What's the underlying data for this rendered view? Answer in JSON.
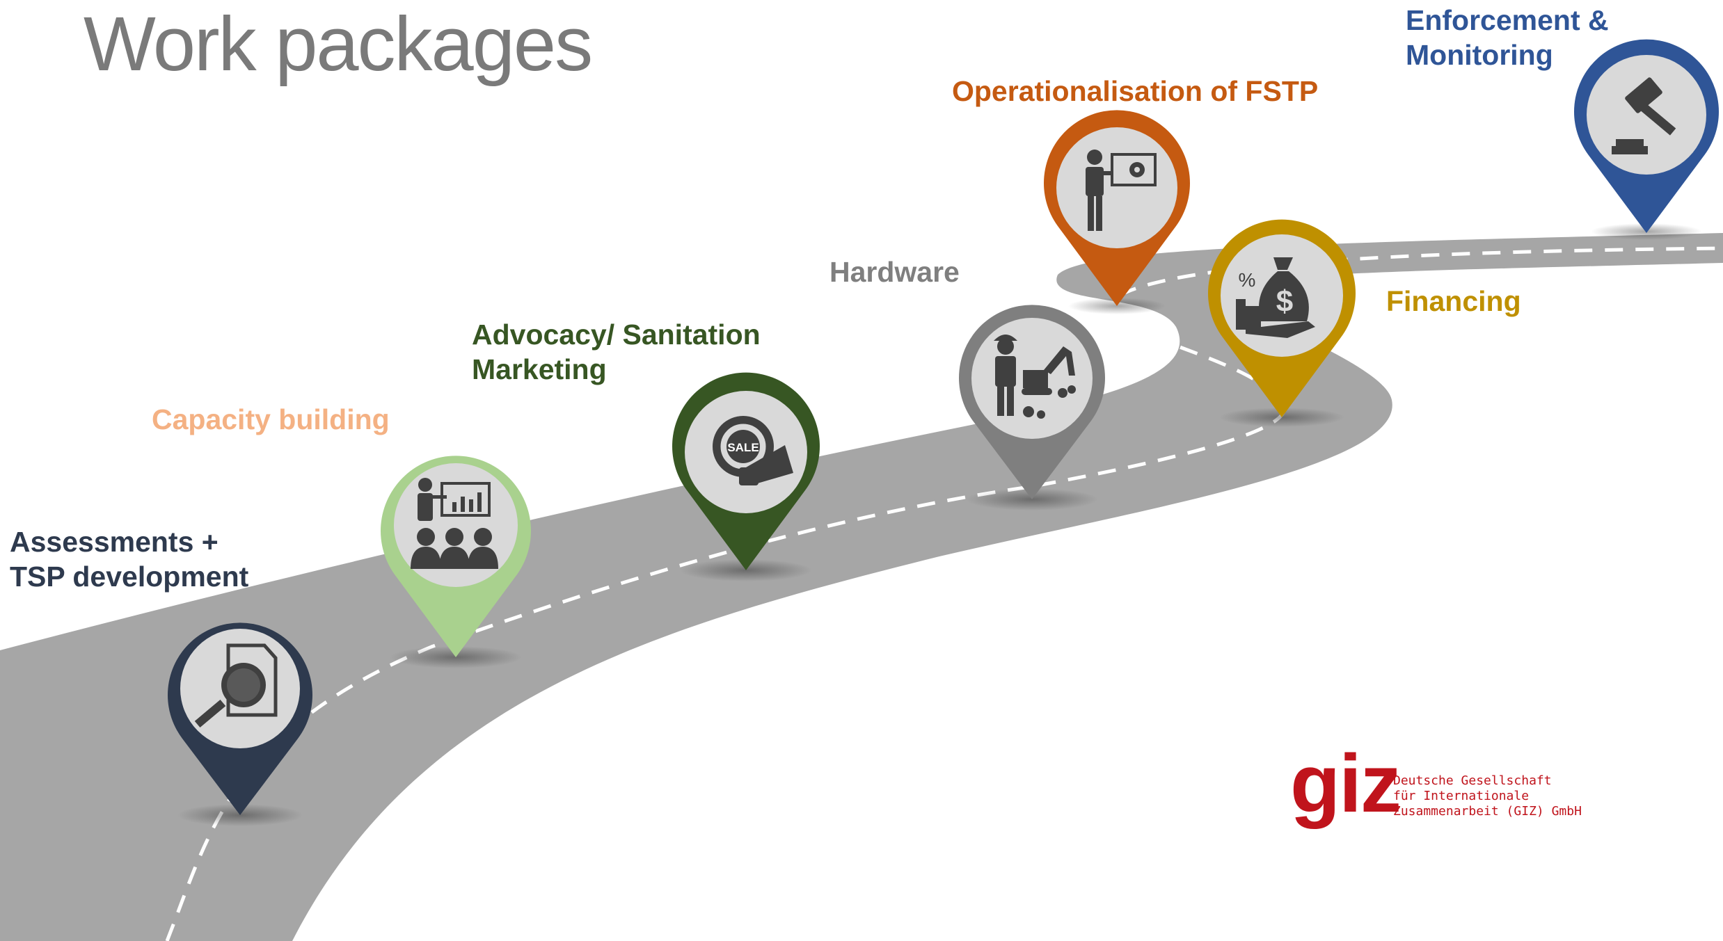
{
  "title": "Work packages",
  "packages": [
    {
      "label": "Assessments +\nTSP development",
      "color": "#2e3a4e",
      "icon": "document-magnifier-icon"
    },
    {
      "label": "Capacity building",
      "color": "#f4b183",
      "pin_color": "#a9d18e",
      "icon": "presentation-audience-icon"
    },
    {
      "label": "Advocacy/ Sanitation\nMarketing",
      "color": "#375623",
      "icon": "sale-megaphone-icon"
    },
    {
      "label": "Hardware",
      "color": "#7f7f7f",
      "icon": "construction-worker-excavator-icon"
    },
    {
      "label": "Operationalisation of FSTP",
      "color": "#c55a11",
      "icon": "presenter-gear-board-icon"
    },
    {
      "label": "Financing",
      "color": "#bf9000",
      "icon": "money-bag-hand-icon"
    },
    {
      "label": "Enforcement &\nMonitoring",
      "color": "#2f5597",
      "icon": "gavel-icon"
    }
  ],
  "logo": {
    "mark": "giz",
    "text": "Deutsche Gesellschaft\nfür Internationale\nZusammenarbeit (GIZ) GmbH",
    "color": "#c0141c"
  },
  "colors": {
    "road": "#a6a6a6",
    "road_dash": "#ffffff",
    "pin_inner": "#d9d9d9",
    "icon": "#404040"
  }
}
